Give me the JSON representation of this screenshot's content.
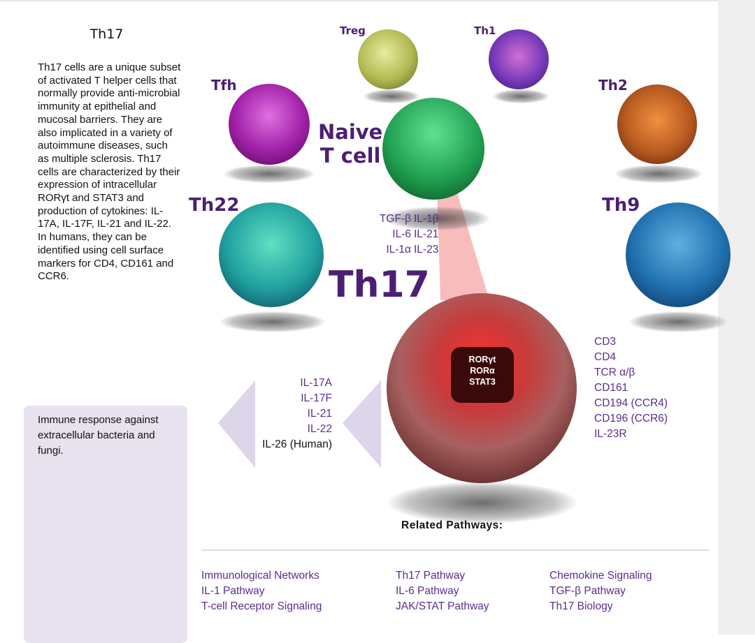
{
  "sidebar": {
    "title": "Th17",
    "description": "Th17 cells are a unique subset of activated T helper cells that normally provide anti-microbial immunity at epithelial and mucosal barriers. They are also implicated in a variety of autoimmune diseases, such as multiple sclerosis. Th17 cells are characterized by their expression of intracellular RORγt and STAT3 and production of cytokines: IL-17A, IL-17F, IL-21 and IL-22. In humans, they can be identified using cell surface markers for CD4, CD161 and CCR6.",
    "function": "Immune response against extracellular bacteria and fungi."
  },
  "cells": {
    "treg": "Treg",
    "th1": "Th1",
    "tfh": "Tfh",
    "th2": "Th2",
    "naive_line1": "Naive",
    "naive_line2": "T cell",
    "th22": "Th22",
    "th9": "Th9",
    "th17": "Th17"
  },
  "inducers": [
    [
      "TGF-β",
      "IL-1β"
    ],
    [
      "IL-6",
      "IL-21"
    ],
    [
      "IL-1α",
      "IL-23"
    ]
  ],
  "transcription_factors": [
    "RORγt",
    "RORα",
    "STAT3"
  ],
  "cytokines": [
    {
      "text": "IL-17A",
      "color": "#5b2d8e"
    },
    {
      "text": "IL-17F",
      "color": "#5b2d8e"
    },
    {
      "text": "IL-21",
      "color": "#5b2d8e"
    },
    {
      "text": "IL-22",
      "color": "#5b2d8e"
    },
    {
      "text": "IL-26 (Human)",
      "color": "#111111"
    }
  ],
  "markers": [
    "CD3",
    "CD4",
    "TCR α/β",
    "CD161",
    "CD194 (CCR4)",
    "CD196 (CCR6)",
    "IL-23R"
  ],
  "related": {
    "title": "Related Pathways:",
    "columns": [
      [
        "Immunological Networks",
        "IL-1 Pathway",
        "T-cell Receptor Signaling"
      ],
      [
        "Th17 Pathway",
        "IL-6 Pathway",
        "JAK/STAT Pathway"
      ],
      [
        "Chemokine Signaling",
        "TGF-β Pathway",
        "Th17 Biology"
      ]
    ]
  },
  "colors": {
    "accent": "#5b2d8e",
    "label": "#4b1f73",
    "box": "#e7e2ee",
    "chevron": "#dcd3ea"
  }
}
